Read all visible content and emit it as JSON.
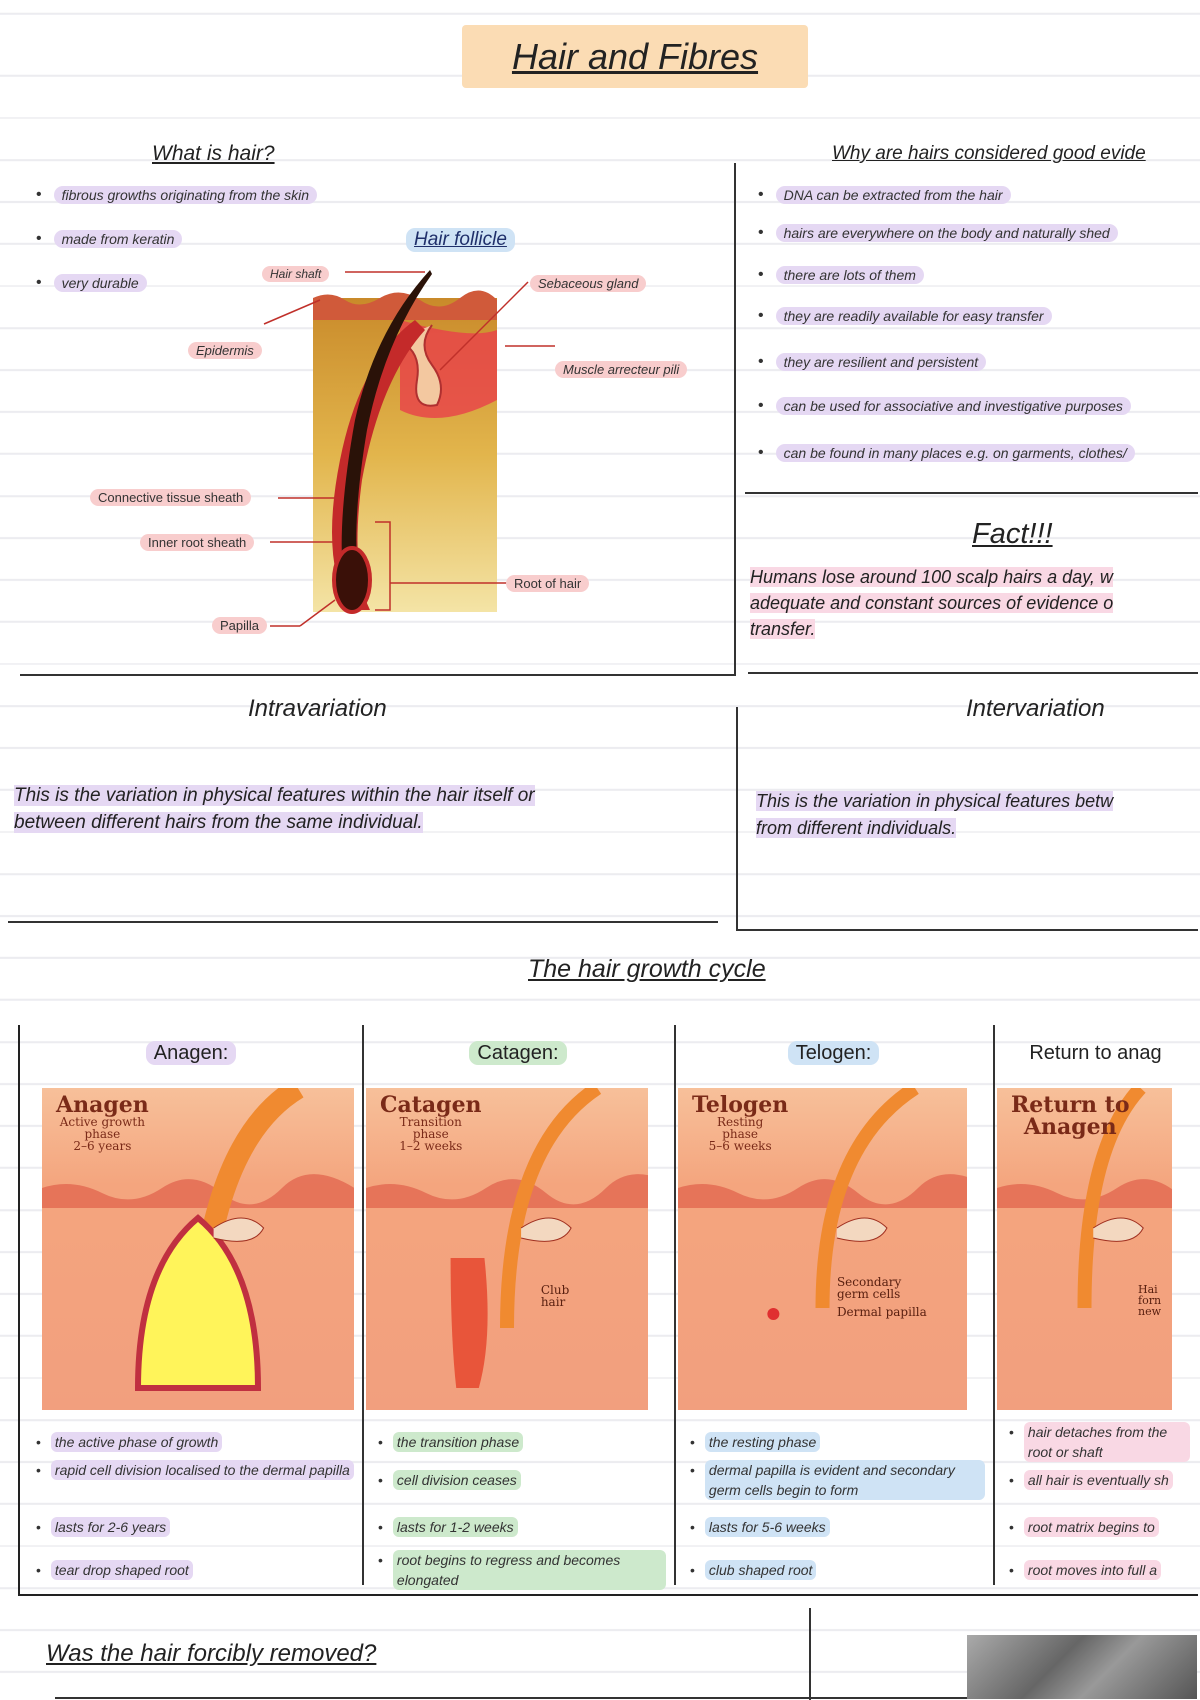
{
  "title": "Hair and Fibres",
  "what_is_hair": {
    "heading": "What is hair?",
    "bullets": [
      "fibrous growths originating from the skin",
      "made from keratin",
      "very durable"
    ]
  },
  "diagram": {
    "title": "Hair follicle",
    "labels": {
      "hair_shaft": "Hair shaft",
      "sebaceous_gland": "Sebaceous gland",
      "epidermis": "Epidermis",
      "muscle": "Muscle arrecteur pili",
      "connective": "Connective tissue sheath",
      "inner_root": "Inner root sheath",
      "root": "Root of hair",
      "papilla": "Papilla"
    }
  },
  "evidence": {
    "heading": "Why are hairs considered good evide",
    "bullets": [
      "DNA can be extracted from the hair",
      "hairs are everywhere on the body and naturally shed",
      "there are lots of them",
      "they are readily available for easy transfer",
      "they are resilient and persistent",
      "can be used for associative and investigative purposes",
      "can be found in many places e.g. on garments, clothes/"
    ]
  },
  "fact": {
    "heading": "Fact!!!",
    "lines": [
      "Humans lose around 100 scalp hairs a day, w",
      "adequate and constant sources of evidence o",
      "transfer."
    ]
  },
  "intravariation": {
    "heading": "Intravariation",
    "lines": [
      "This is the variation in physical features within the hair itself or",
      "between different hairs from the same individual."
    ]
  },
  "intervariation": {
    "heading": "Intervariation",
    "lines": [
      "This is the variation in physical features betw",
      "from different individuals."
    ]
  },
  "growth_cycle": {
    "heading": "The hair growth cycle",
    "phases": [
      {
        "name": "Anagen:",
        "img_title": "Anagen",
        "img_sub": [
          "Active growth",
          "phase",
          "2–6 years"
        ],
        "bullets": [
          "the active phase of growth",
          "rapid cell division localised to the dermal papilla",
          "lasts for 2-6 years",
          "tear drop shaped root"
        ]
      },
      {
        "name": "Catagen:",
        "img_title": "Catagen",
        "img_sub": [
          "Transition",
          "phase",
          "1–2 weeks"
        ],
        "img_labels": [
          "Club",
          "hair"
        ],
        "bullets": [
          "the transition phase",
          "cell division ceases",
          "lasts for 1-2 weeks",
          "root begins to regress and becomes elongated"
        ]
      },
      {
        "name": "Telogen:",
        "img_title": "Telogen",
        "img_sub": [
          "Resting",
          "phase",
          "5–6 weeks"
        ],
        "img_labels": [
          "Secondary germ cells",
          "Dermal papilla"
        ],
        "bullets": [
          "the resting phase",
          "dermal papilla is evident and secondary germ cells begin to form",
          "lasts for 5-6 weeks",
          "club shaped root"
        ]
      },
      {
        "name": "Return to anag",
        "img_title": "Return to",
        "img_title2": "Anagen",
        "img_labels": [
          "Hai",
          "forn",
          "new"
        ],
        "bullets": [
          "hair detaches from the root or shaft",
          "all hair is eventually sh",
          "root matrix begins to",
          "root moves into full a"
        ]
      }
    ]
  },
  "forcibly": {
    "heading": "Was the hair forcibly removed?"
  },
  "colors": {
    "title_bg": "#fbdcb4",
    "purple": "#e5d8f3",
    "green": "#cde9cc",
    "blue": "#cfe3f5",
    "pink": "#f9d8e4",
    "red": "#f8cdcd"
  }
}
